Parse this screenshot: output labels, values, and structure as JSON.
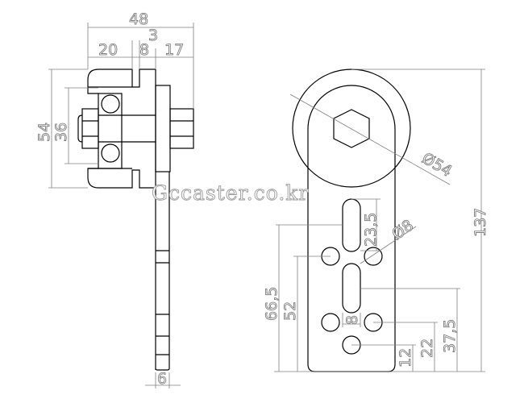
{
  "watermark": "Gccaster.co.kr",
  "side_view": {
    "dims": {
      "overall_width": "48",
      "gap": "3",
      "flange": "20",
      "slot": "8",
      "boss": "17",
      "height_outer": "54",
      "height_inner": "36",
      "plate_thickness": "6"
    }
  },
  "front_view": {
    "dims": {
      "wheel_diameter": "Ø54",
      "overall_height": "137",
      "slot_length": "23,5",
      "hole_diameter": "Ø8",
      "slot_width": "8",
      "dim_66_5": "66,5",
      "dim_52": "52",
      "dim_37_5": "37,5",
      "dim_22": "22",
      "dim_12": "12"
    }
  }
}
